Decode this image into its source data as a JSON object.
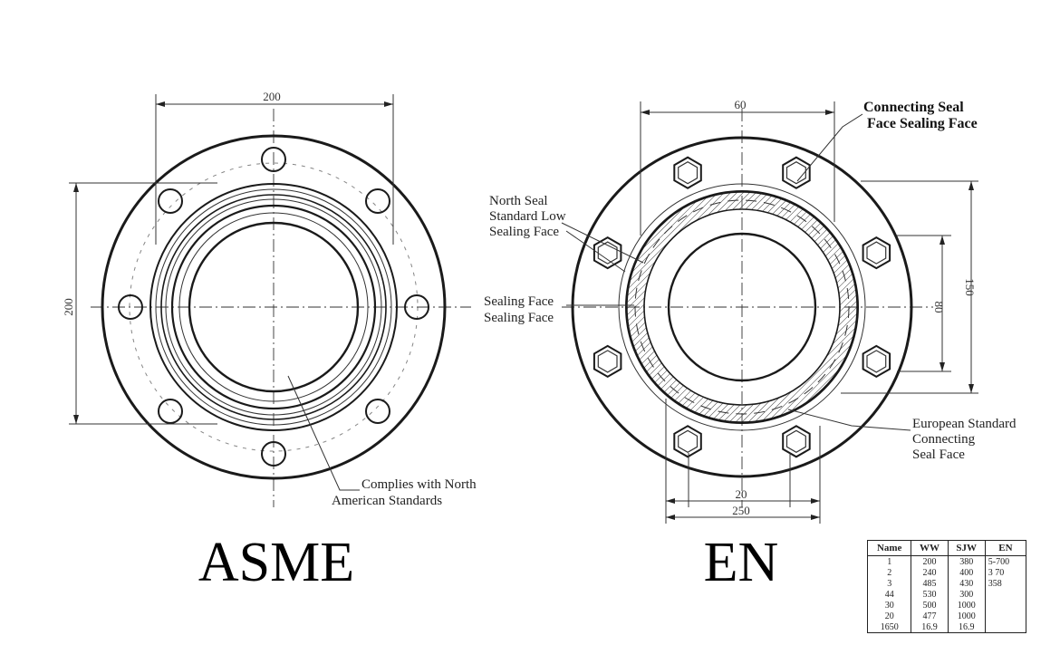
{
  "asme": {
    "title": "ASME",
    "dim_top": "200",
    "dim_left": "200",
    "callout": [
      "Complies with North",
      "American Standards"
    ]
  },
  "en": {
    "title": "EN",
    "dim_top": "60",
    "dim_right_outer": "150",
    "dim_right_inner": "80",
    "dim_bottom_inner": "20",
    "dim_bottom_outer": "250",
    "callout_top": [
      "Connecting Seal",
      "Face Sealing Face"
    ],
    "callout_left": [
      "North Seal",
      "Standard Low",
      "Sealing Face"
    ],
    "callout_mid": [
      "Sealing Face",
      "Sealing Face"
    ],
    "callout_right": [
      "European Standard",
      "Connecting",
      "Seal Face"
    ]
  },
  "table": {
    "headers": [
      "Name",
      "WW",
      "SJW",
      "EN"
    ],
    "rows": [
      [
        "1",
        "200",
        "380",
        "5-700"
      ],
      [
        "2",
        "240",
        "400",
        "3 70"
      ],
      [
        "3",
        "485",
        "430",
        "358"
      ],
      [
        "44",
        "530",
        "300",
        ""
      ],
      [
        "30",
        "500",
        "1000",
        ""
      ],
      [
        "20",
        "477",
        "1000",
        ""
      ],
      [
        "1650",
        "16.9",
        "16.9",
        ""
      ]
    ]
  }
}
